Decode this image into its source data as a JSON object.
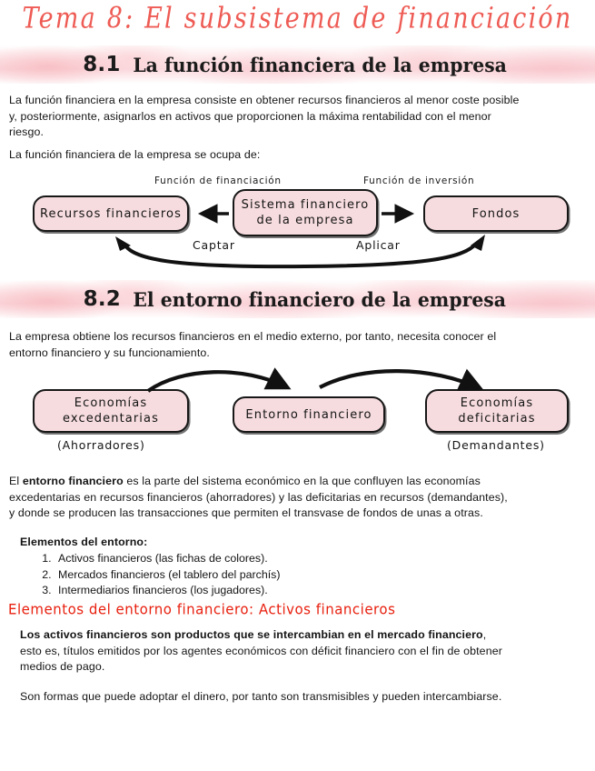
{
  "document": {
    "title": "Tema 8: El subsistema de financiación"
  },
  "sections": [
    {
      "number": "8.1",
      "heading": "La función financiera de la empresa"
    },
    {
      "number": "8.2",
      "heading": "El entorno financiero de la empresa"
    }
  ],
  "paragraphs": {
    "p1_line1": "La función financiera en la empresa consiste en obtener recursos financieros al menor coste posible",
    "p1_line2": "y, posteriormente, asignarlos en activos que proporcionen la máxima rentabilidad con el menor",
    "p1_line3": "riesgo.",
    "p2": "La función financiera de la empresa se ocupa de:",
    "p3_line1": "La empresa obtiene los recursos financieros en el medio externo, por tanto, necesita conocer el",
    "p3_line2": "entorno financiero y su funcionamiento.",
    "p4_pre": "El ",
    "p4_bold": "entorno financiero",
    "p4_post_line1": " es la parte del sistema económico en la que confluyen las economías",
    "p4_line2": "excedentarias en recursos financieros (ahorradores) y las deficitarias en recursos (demandantes),",
    "p4_line3": "y donde se producen las transacciones que permiten el transvase de fondos de unas a otras.",
    "p5_bold_line1": "Los activos financieros son productos que se intercambian en el mercado financiero",
    "p5_line1_tail": ",",
    "p5_line2": "esto es, títulos emitidos por los agentes económicos con déficit financiero con el fin de obtener",
    "p5_line3": "medios de pago.",
    "p6": "Son formas que puede adoptar el dinero, por tanto son transmisibles y pueden intercambiarse."
  },
  "elementos_entorno": {
    "heading": "Elementos del entorno:",
    "items": [
      "Activos financieros (las fichas de colores).",
      "Mercados financieros (el tablero del parchís)",
      "Intermediarios financieros (los jugadores)."
    ]
  },
  "red_subsection": {
    "heading": "Elementos del entorno financiero: Activos financieros"
  },
  "diagram1": {
    "box_left_line1": "Recursos financieros",
    "box_center_line1": "Sistema financiero",
    "box_center_line2": "de la empresa",
    "box_right_line1": "Fondos",
    "label_left": "Función de financiación",
    "label_right": "Función de inversión",
    "curve_label_left": "Captar",
    "curve_label_right": "Aplicar"
  },
  "diagram2": {
    "box_left_line1": "Economías",
    "box_left_line2": "excedentarias",
    "box_left_caption": "(Ahorradores)",
    "box_center_line1": "Entorno financiero",
    "box_right_line1": "Economías",
    "box_right_line2": "deficitarias",
    "box_right_caption": "(Demandantes)"
  },
  "colors": {
    "title_red": "#ee5b54",
    "heading_red": "#e8200f",
    "box_fill": "#f6dcdf",
    "box_border": "#171717",
    "banner_pink": "#fadfe3",
    "text": "#141414"
  }
}
